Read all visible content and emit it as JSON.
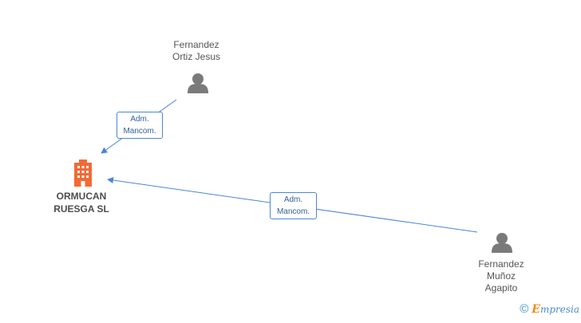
{
  "nodes": {
    "person_1": {
      "label": "Fernandez\nOrtiz Jesus",
      "icon": "person-icon"
    },
    "person_2": {
      "label": "Fernandez\nMuñoz\nAgapito",
      "icon": "person-icon"
    },
    "company": {
      "label": "ORMUCAN\nRUESGA SL",
      "icon": "building-icon",
      "color": "#f26a35"
    }
  },
  "edges": [
    {
      "from": "person_1",
      "to": "company",
      "label": "Adm.\nMancom."
    },
    {
      "from": "person_2",
      "to": "company",
      "label": "Adm.\nMancom."
    }
  ],
  "colors": {
    "edge": "#4a86d8",
    "person": "#7a7a7a",
    "company": "#f26a35"
  },
  "brand": {
    "copyright_symbol": "©",
    "name_first": "E",
    "name_rest": "mpresia"
  }
}
